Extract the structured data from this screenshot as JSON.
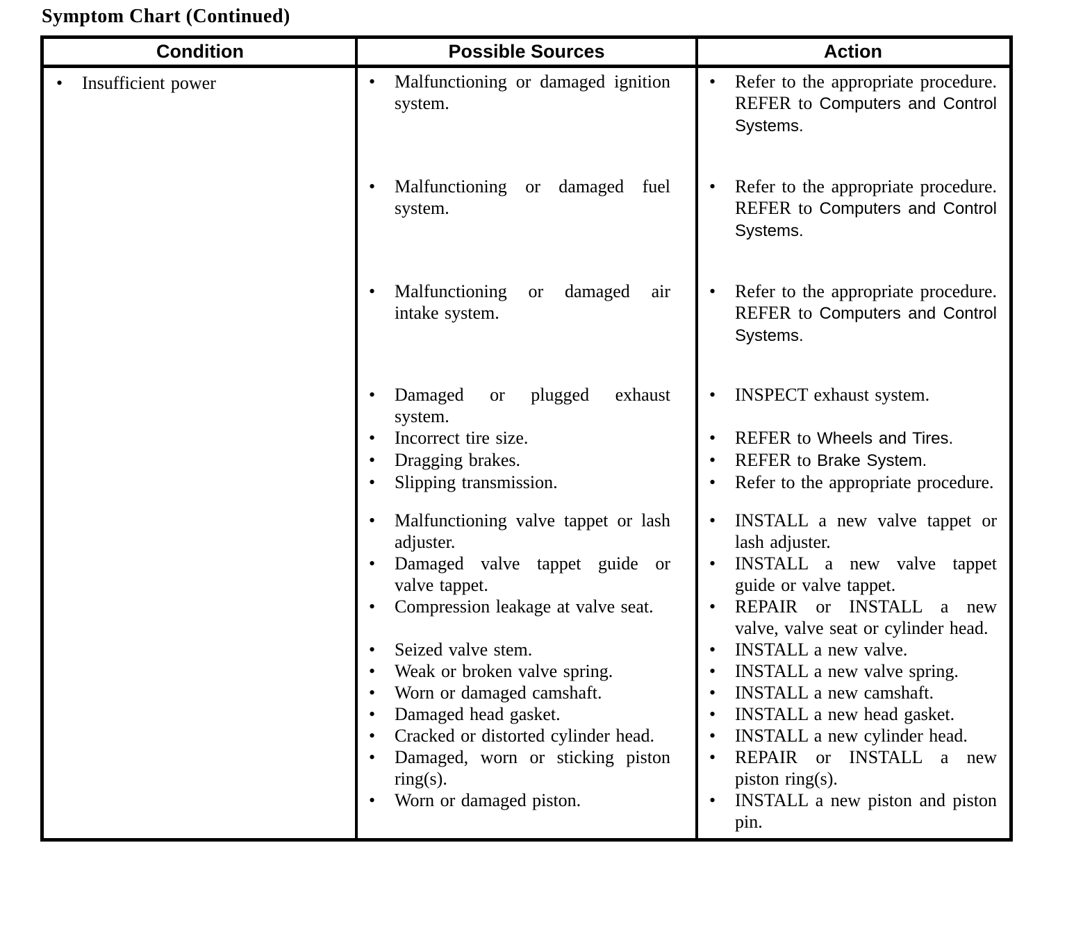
{
  "page": {
    "title": "Symptom Chart (Continued)",
    "background_color": "#ffffff",
    "text_color": "#000000",
    "border_color": "#000000",
    "bullet_glyph": "•"
  },
  "table": {
    "headers": [
      "Condition",
      "Possible Sources",
      "Action"
    ],
    "condition": "Insufficient power",
    "rows": [
      {
        "gap": 0,
        "sources": [
          [
            {
              "f": "serif",
              "t": "Malfunctioning or damaged ignition system."
            }
          ]
        ],
        "actions": [
          [
            {
              "f": "serif",
              "t": "Refer to the appropriate procedure. REFER to "
            },
            {
              "f": "sans",
              "t": "Computers and Control Systems."
            }
          ]
        ]
      },
      {
        "gap": 56,
        "sources": [
          [
            {
              "f": "serif",
              "t": "Malfunctioning or damaged fuel system."
            }
          ]
        ],
        "actions": [
          [
            {
              "f": "serif",
              "t": "Refer to the appropriate procedure. REFER to "
            },
            {
              "f": "sans",
              "t": "Computers and Control Systems."
            }
          ]
        ]
      },
      {
        "gap": 56,
        "sources": [
          [
            {
              "f": "serif",
              "t": "Malfunctioning or damaged air intake system."
            }
          ]
        ],
        "actions": [
          [
            {
              "f": "serif",
              "t": "Refer to the appropriate procedure. REFER to "
            },
            {
              "f": "sans",
              "t": "Computers and Control Systems."
            }
          ]
        ]
      },
      {
        "gap": 54,
        "sources": [
          [
            {
              "f": "serif",
              "t": "Damaged or plugged exhaust system."
            }
          ]
        ],
        "actions": [
          [
            {
              "f": "serif",
              "t": "INSPECT exhaust system."
            }
          ]
        ]
      },
      {
        "gap": 0,
        "sources": [
          [
            {
              "f": "serif",
              "t": "Incorrect tire size."
            }
          ]
        ],
        "actions": [
          [
            {
              "f": "serif",
              "t": "REFER to "
            },
            {
              "f": "sans",
              "t": "Wheels and Tires."
            }
          ]
        ]
      },
      {
        "gap": 0,
        "sources": [
          [
            {
              "f": "serif",
              "t": "Dragging brakes."
            }
          ]
        ],
        "actions": [
          [
            {
              "f": "serif",
              "t": "REFER to "
            },
            {
              "f": "sans",
              "t": "Brake System."
            }
          ]
        ]
      },
      {
        "gap": 0,
        "sources": [
          [
            {
              "f": "serif",
              "t": "Slipping transmission."
            }
          ]
        ],
        "actions": [
          [
            {
              "f": "serif",
              "t": "Refer to the appropriate procedure."
            }
          ]
        ]
      },
      {
        "gap": 24,
        "sources": [
          [
            {
              "f": "serif",
              "t": "Malfunctioning valve tappet or lash adjuster."
            }
          ]
        ],
        "actions": [
          [
            {
              "f": "serif",
              "t": "INSTALL a new valve tappet or lash adjuster."
            }
          ]
        ]
      },
      {
        "gap": 0,
        "sources": [
          [
            {
              "f": "serif",
              "t": "Damaged valve tappet guide or valve tappet."
            }
          ]
        ],
        "actions": [
          [
            {
              "f": "serif",
              "t": "INSTALL a new valve tappet guide or valve tappet."
            }
          ]
        ]
      },
      {
        "gap": 0,
        "sources": [
          [
            {
              "f": "serif",
              "t": "Compression leakage at valve seat."
            }
          ]
        ],
        "actions": [
          [
            {
              "f": "serif",
              "t": "REPAIR or INSTALL a new valve, valve seat or cylinder head."
            }
          ]
        ]
      },
      {
        "gap": 0,
        "sources": [
          [
            {
              "f": "serif",
              "t": "Seized valve stem."
            }
          ]
        ],
        "actions": [
          [
            {
              "f": "serif",
              "t": "INSTALL a new valve."
            }
          ]
        ]
      },
      {
        "gap": 0,
        "sources": [
          [
            {
              "f": "serif",
              "t": "Weak or broken valve spring."
            }
          ]
        ],
        "actions": [
          [
            {
              "f": "serif",
              "t": "INSTALL a new valve spring."
            }
          ]
        ]
      },
      {
        "gap": 0,
        "sources": [
          [
            {
              "f": "serif",
              "t": "Worn or damaged camshaft."
            }
          ]
        ],
        "actions": [
          [
            {
              "f": "serif",
              "t": "INSTALL a new camshaft."
            }
          ]
        ]
      },
      {
        "gap": 0,
        "sources": [
          [
            {
              "f": "serif",
              "t": "Damaged head gasket."
            }
          ]
        ],
        "actions": [
          [
            {
              "f": "serif",
              "t": "INSTALL a new head gasket."
            }
          ]
        ]
      },
      {
        "gap": 0,
        "sources": [
          [
            {
              "f": "serif",
              "t": "Cracked or distorted cylinder head."
            }
          ]
        ],
        "actions": [
          [
            {
              "f": "serif",
              "t": "INSTALL a new cylinder head."
            }
          ]
        ]
      },
      {
        "gap": 0,
        "sources": [
          [
            {
              "f": "serif",
              "t": "Damaged, worn or sticking piston ring(s)."
            }
          ]
        ],
        "actions": [
          [
            {
              "f": "serif",
              "t": "REPAIR or INSTALL a new piston ring(s)."
            }
          ]
        ]
      },
      {
        "gap": 0,
        "sources": [
          [
            {
              "f": "serif",
              "t": "Worn or damaged piston."
            }
          ]
        ],
        "actions": [
          [
            {
              "f": "serif",
              "t": "INSTALL a new piston and piston pin."
            }
          ]
        ]
      }
    ]
  }
}
